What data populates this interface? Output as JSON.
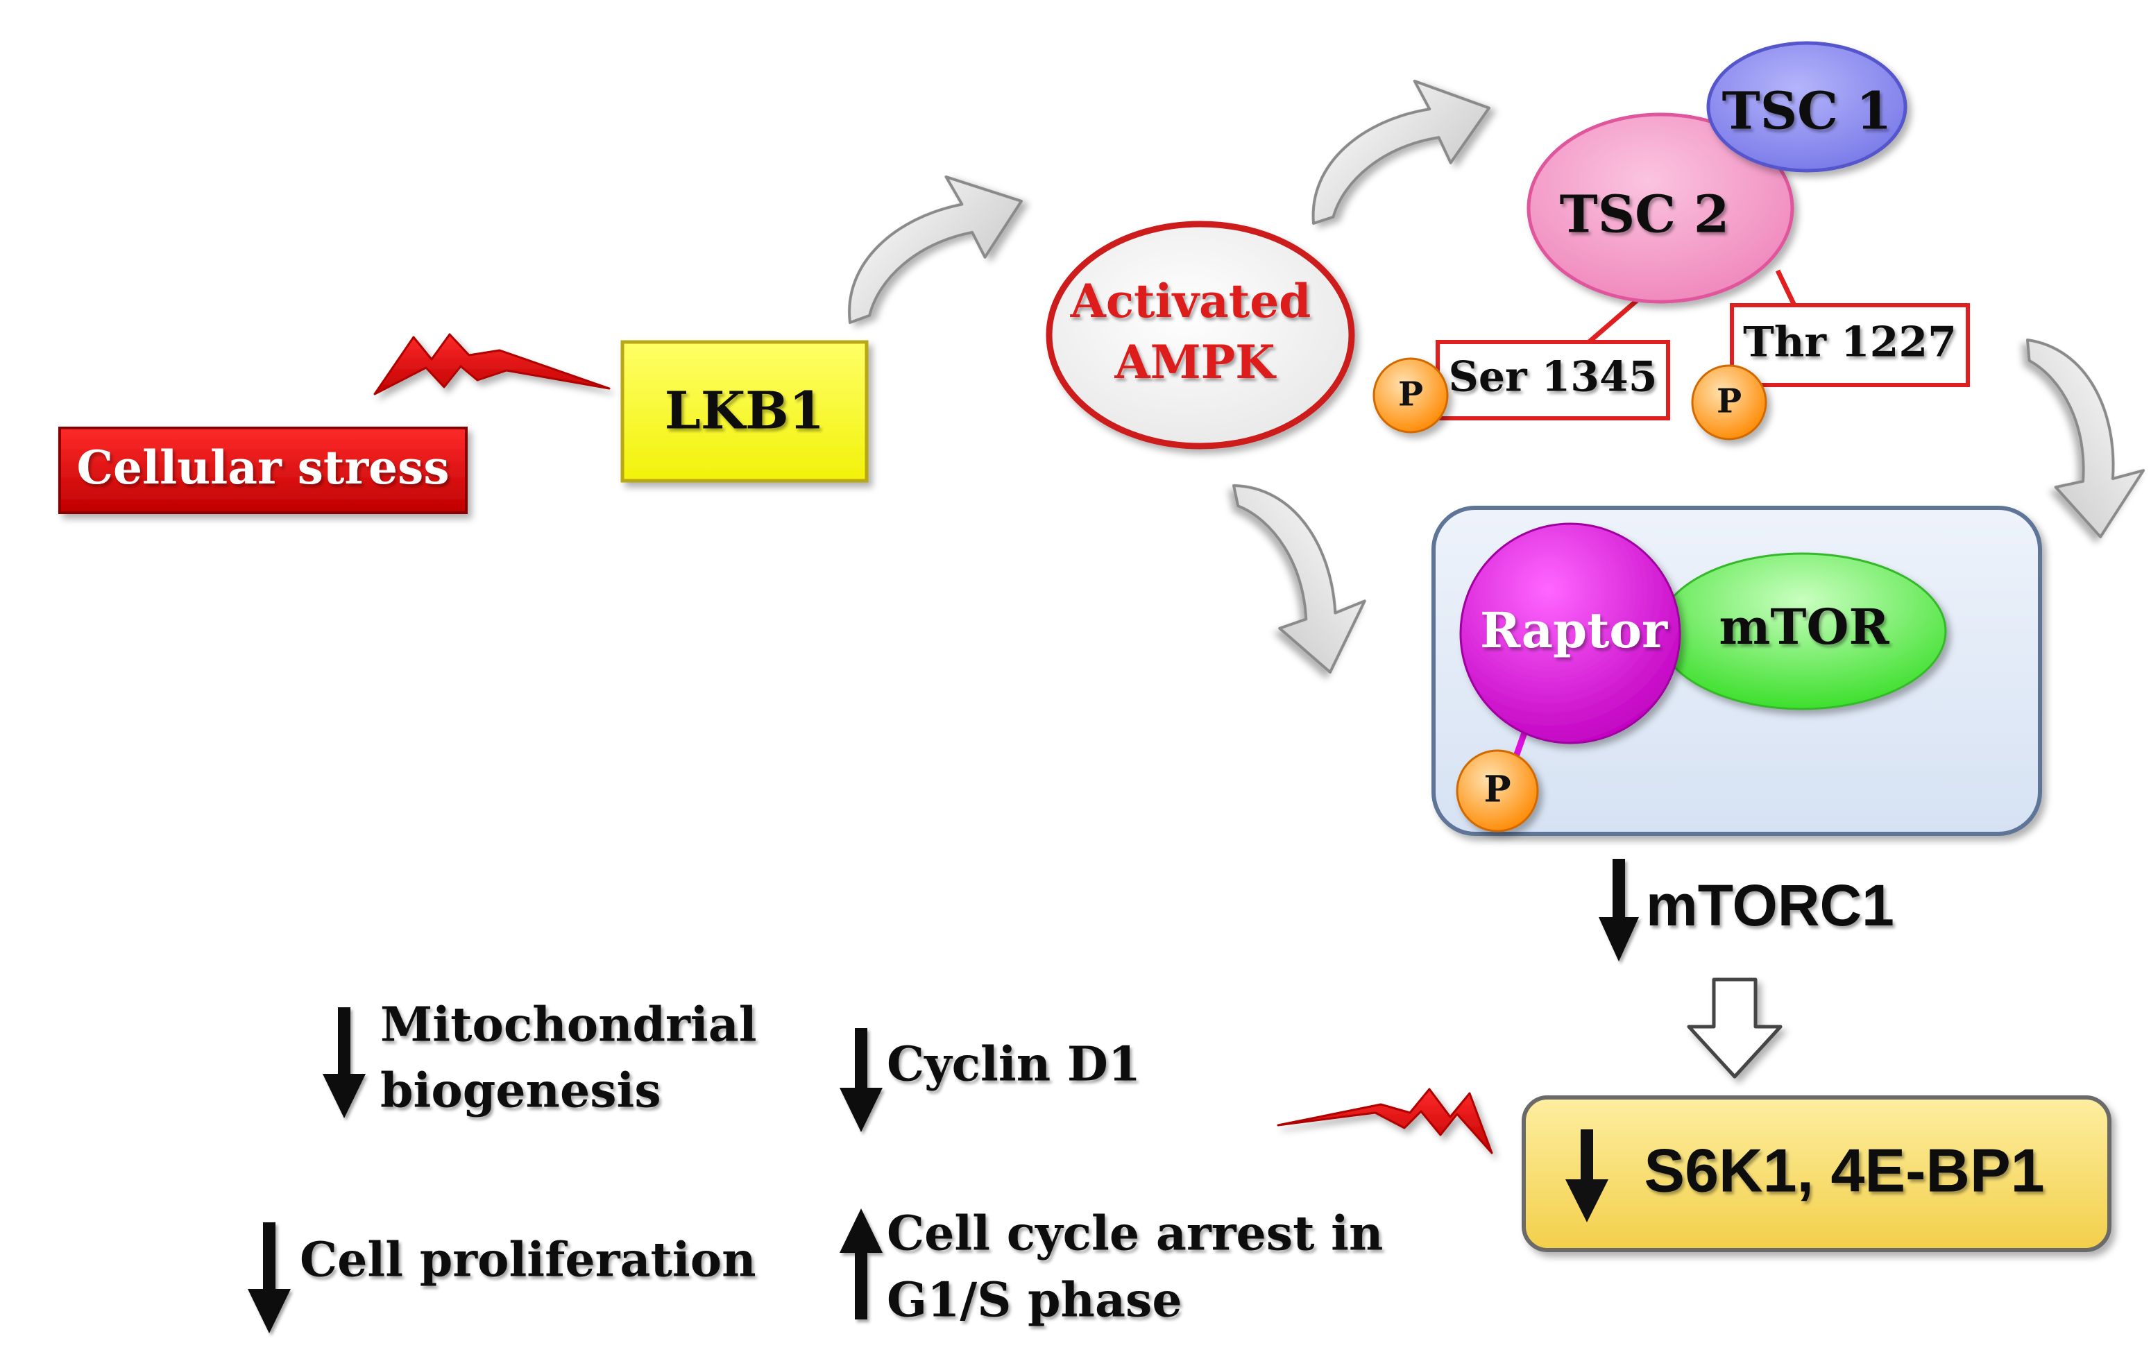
{
  "nodes": {
    "cellular_stress": "Cellular stress",
    "lkb1": "LKB1",
    "ampk_line1": "Activated",
    "ampk_line2": "AMPK",
    "tsc1": "TSC 1",
    "tsc2": "TSC 2",
    "ser_site": "Ser 1345",
    "thr_site": "Thr 1227",
    "raptor": "Raptor",
    "mtor": "mTOR",
    "mtorc1": "mTORC1",
    "s6k1": "S6K1, 4E-BP1"
  },
  "phospho_label": "P",
  "effects": {
    "mito_line1": "Mitochondrial",
    "mito_line2": "biogenesis",
    "cyclin": "Cyclin D1",
    "prolif": "Cell proliferation",
    "arrest_line1": "Cell cycle arrest in",
    "arrest_line2": "G1/S phase"
  },
  "colors": {
    "stress_red": "#e00000",
    "lkb1_yellow": "#ffff33",
    "ampk_outline": "#cc1a1a",
    "tsc1_blue": "#8e8ef2",
    "tsc2_pink": "#f49bc8",
    "raptor_magenta": "#dd11dd",
    "mtor_green": "#66ee55",
    "complex_bg": "#dde8f6",
    "s6k1_gold": "#fbe07a",
    "phospho_orange": "#ff9a1a"
  },
  "icons": {
    "lightning": "lightning-bolt-icon",
    "curved_arrow": "curved-arrow-icon",
    "down_arrow": "down-arrow-icon",
    "up_arrow": "up-arrow-icon"
  }
}
